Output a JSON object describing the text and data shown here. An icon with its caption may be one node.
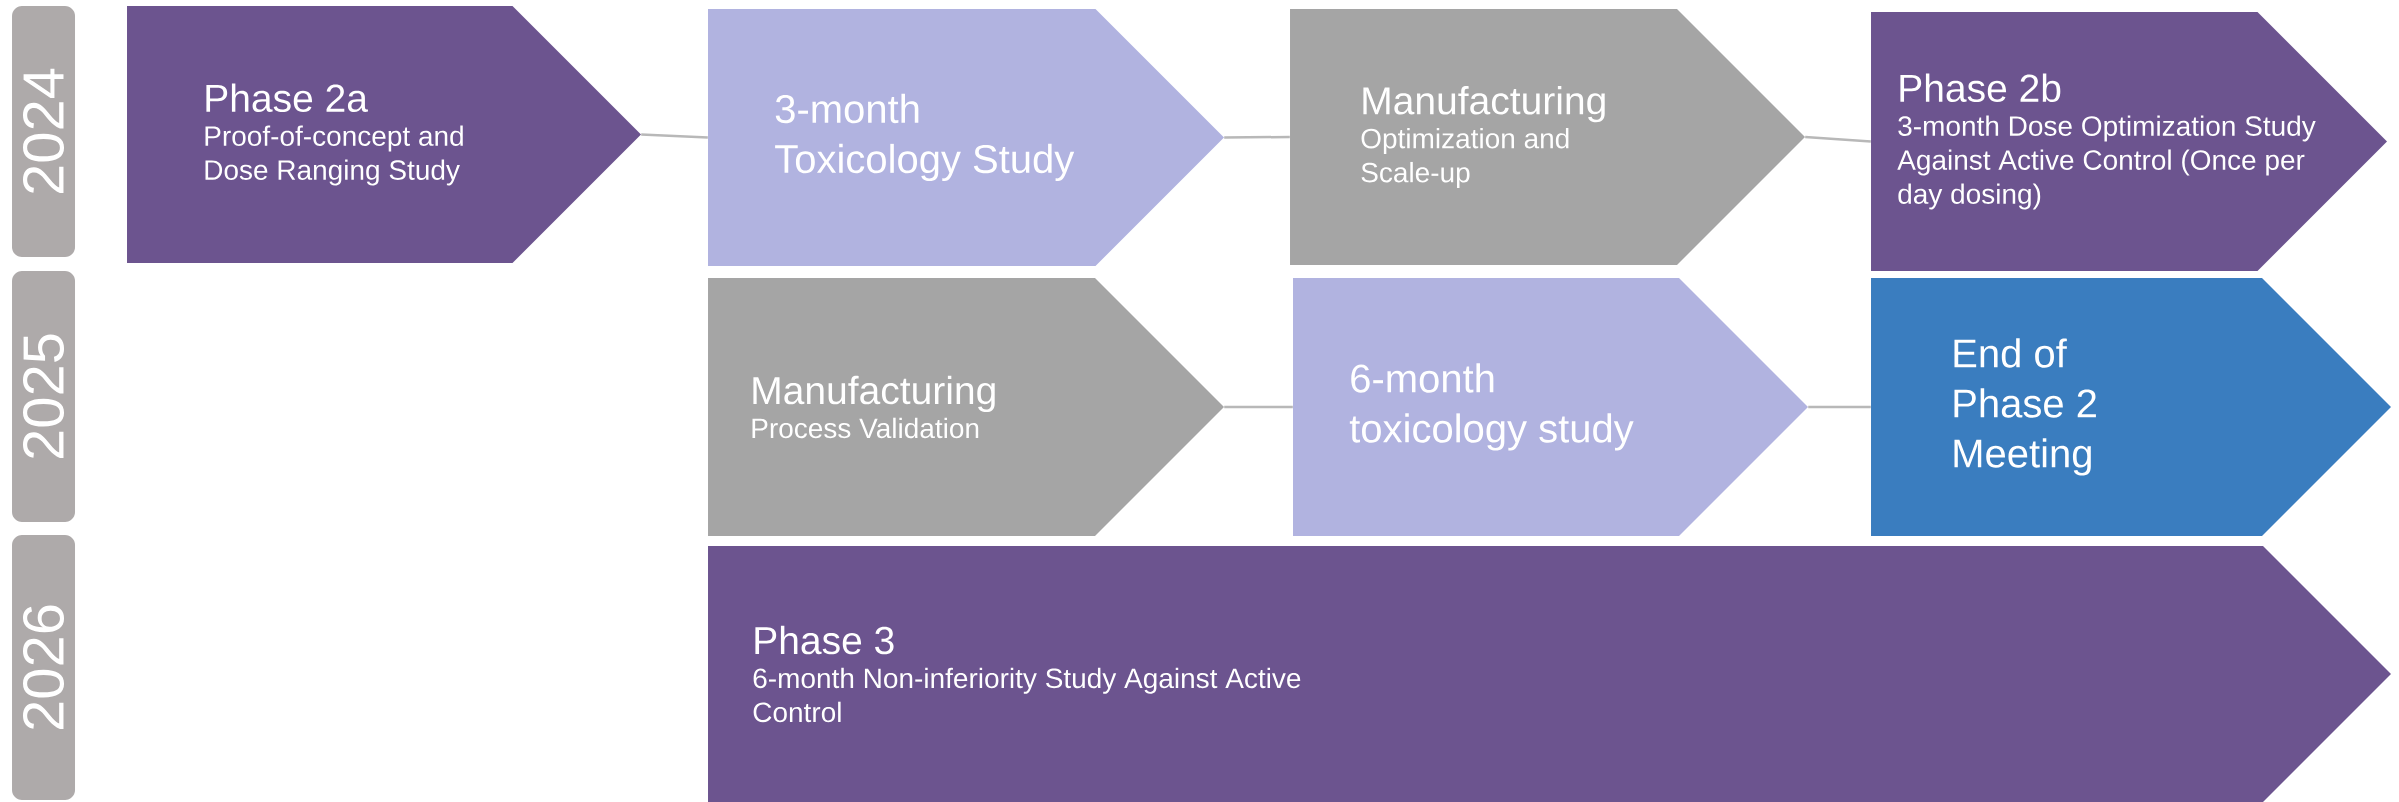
{
  "diagram": {
    "nodes": [
      {
        "text": [
          "2024"
        ]
      },
      {
        "text": [
          "2025"
        ]
      },
      {
        "text": [
          "2026"
        ]
      },
      {
        "text": [
          "Phase 2a",
          "Proof-of-concept and Dose Ranging Study"
        ]
      },
      {
        "text": [
          "3-month Toxicology Study"
        ]
      },
      {
        "text": [
          "Manufacturing",
          "Optimization and Scale-up"
        ]
      },
      {
        "text": [
          "Phase 2b",
          "3-month Dose Optimization Study Against Active Control (Once per day dosing)"
        ]
      },
      {
        "text": [
          "Manufacturing",
          "Process Validation"
        ]
      },
      {
        "text": [
          "6-month toxicology study"
        ]
      },
      {
        "text": [
          "End of Phase 2 Meeting"
        ]
      },
      {
        "text": [
          "Phase 3",
          "6-month Non-inferiority Study Against Active Control"
        ]
      }
    ],
    "edges": [
      {
        "from": 3,
        "to": 4,
        "arrow": "none"
      },
      {
        "from": 4,
        "to": 5,
        "arrow": "none"
      },
      {
        "from": 5,
        "to": 6,
        "arrow": "none"
      },
      {
        "from": 7,
        "to": 8,
        "arrow": "none"
      },
      {
        "from": 8,
        "to": 9,
        "arrow": "none"
      }
    ]
  }
}
